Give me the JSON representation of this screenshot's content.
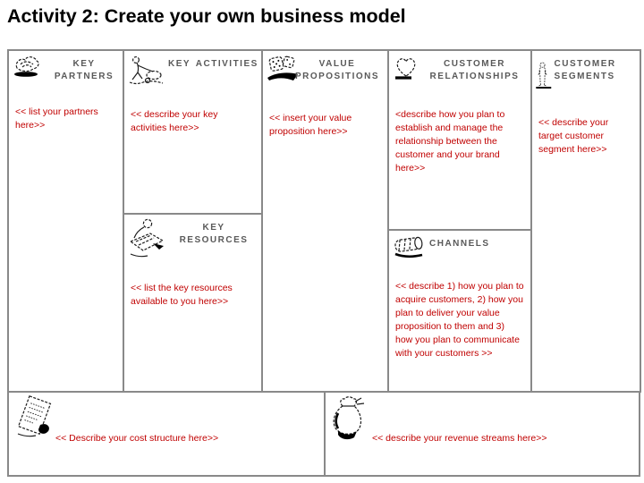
{
  "title": "Activity 2: Create your own business model",
  "colors": {
    "title_text": "#000000",
    "header_text": "#595959",
    "placeholder_text": "#C00000",
    "border": "#898989",
    "background": "#FFFFFF"
  },
  "canvas": {
    "key_partners": {
      "label": "KEY PARTNERS",
      "icon": "handshake-icon",
      "placeholder": "<< list your partners here>>"
    },
    "key_activities": {
      "label": "KEY ACTIVITIES",
      "icon": "worker-icon",
      "placeholder": "<< describe your key activities here>>"
    },
    "key_resources": {
      "label": "KEY RESOURCES",
      "icon": "machine-icon",
      "placeholder": "<< list the key resources available to you here>>"
    },
    "value_propositions": {
      "label": "VALUE PROPOSITIONS",
      "icon": "dice-in-hand-icon",
      "placeholder": "<< insert your value proposition here>>"
    },
    "customer_relationships": {
      "label": "CUSTOMER RELATIONSHIPS",
      "icon": "heart-icon",
      "placeholder": "<describe how you plan to establish and manage the relationship between the customer and your brand here>>"
    },
    "channels": {
      "label": "CHANNELS",
      "icon": "parcel-icon",
      "placeholder": "<< describe 1) how you plan to acquire customers, 2) how you plan to deliver your value proposition to them and 3) how you plan to communicate with your customers >>"
    },
    "customer_segments": {
      "label": "CUSTOMER SEGMENTS",
      "icon": "person-icon",
      "placeholder": "<< describe your target customer segment here>>"
    },
    "cost_structure": {
      "icon": "notepad-icon",
      "placeholder": "<< Describe your cost structure here>>"
    },
    "revenue_streams": {
      "icon": "moneybag-icon",
      "placeholder": "<< describe your revenue streams here>>"
    }
  }
}
